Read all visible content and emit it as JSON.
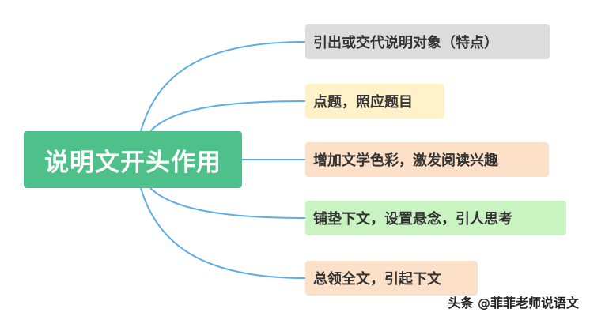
{
  "root": {
    "label": "说明文开头作用",
    "color": "#4ec08a"
  },
  "branches": [
    {
      "label": "引出或交代说明对象（特点）",
      "color": "#dcdcdc"
    },
    {
      "label": "点题，照应题目",
      "color": "#fff1c8"
    },
    {
      "label": "增加文学色彩，激发阅读兴趣",
      "color": "#fde0c8"
    },
    {
      "label": "铺垫下文，设置悬念，引人思考",
      "color": "#c9f4c2"
    },
    {
      "label": "总领全文，引起下文",
      "color": "#fde0c8"
    }
  ],
  "connector_color": "#5aaee8",
  "watermark": "头条 @菲菲老师说语文"
}
